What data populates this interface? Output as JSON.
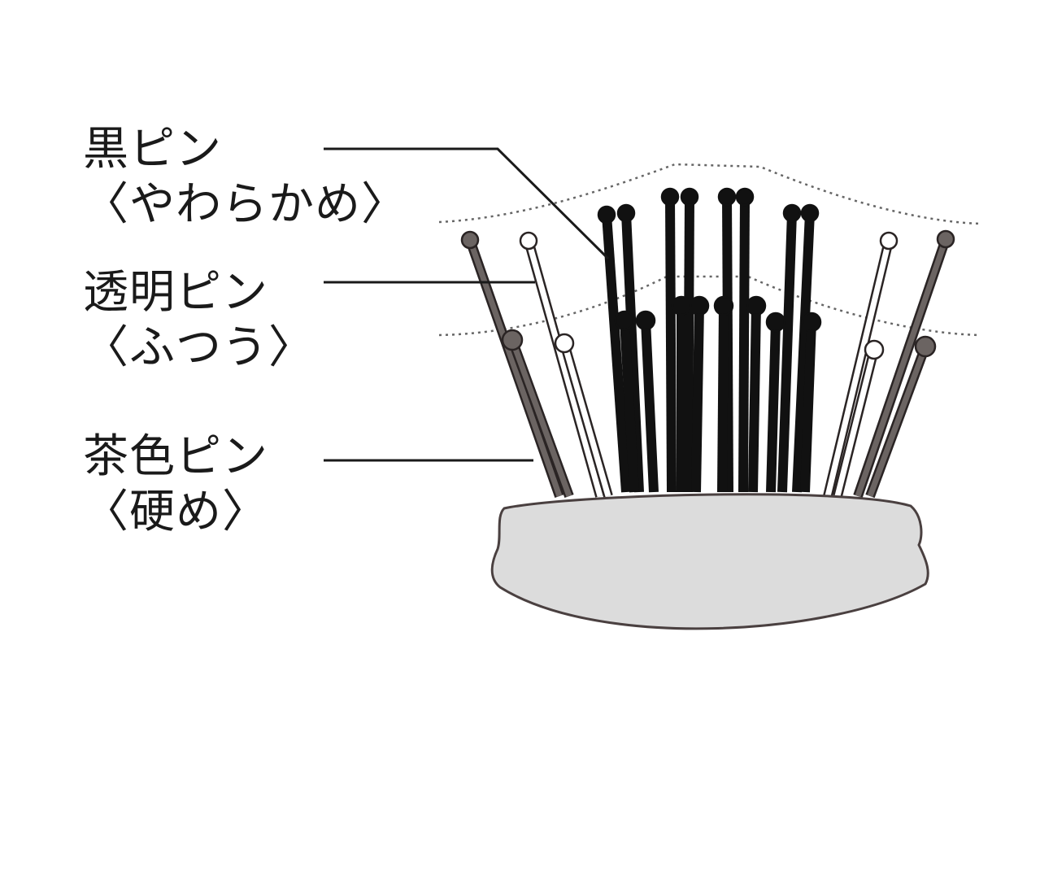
{
  "labels": [
    {
      "name": "黒ピン",
      "note": "〈やわらかめ〉"
    },
    {
      "name": "透明ピン",
      "note": "〈ふつう〉"
    },
    {
      "name": "茶色ピン",
      "note": "〈硬め〉"
    }
  ],
  "colors": {
    "black_pin": "#111111",
    "clear_pin": "#ffffff",
    "brown_pin": "#6b6462",
    "base_fill": "#dcdcdc",
    "base_outline": "#4a4040",
    "leader_line": "#1a1a1a",
    "dotted_outline": "#666666"
  }
}
